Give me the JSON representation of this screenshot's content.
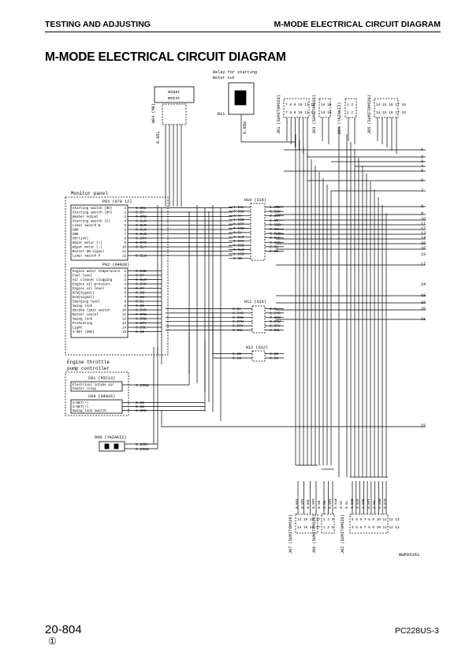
{
  "header": {
    "left": "TESTING AND ADJUSTING",
    "right": "M-MODE ELECTRICAL CIRCUIT DIAGRAM"
  },
  "title": "M-MODE ELECTRICAL CIRCUIT DIAGRAM",
  "diagram": {
    "wiper_motor": {
      "label_1": "Wiper",
      "label_2": "motor",
      "connector": "W04 (M8)",
      "wire": "0.85L"
    },
    "relay": {
      "label_1": "Relay for starting",
      "label_2": "motor cut",
      "connector": "R11",
      "wire": "0.85W"
    },
    "top_connectors": [
      {
        "name": "J01 (SUMITOMO20)",
        "pins": "7 8 9 10 11 12"
      },
      {
        "name": "J03 (SUMITOMO20)",
        "pins": "14 15"
      },
      {
        "name": "D01 (YAZAKI2)",
        "pins": "1 2"
      },
      {
        "name": "J05 (SUMITOMO20)",
        "pins": "14 15 16 17 18"
      }
    ],
    "monitor_panel": {
      "title": "Monitor panel",
      "p01": {
        "name": "P01 (070 12)",
        "rows": [
          {
            "label": "Starting switch (DH)",
            "pin": "1",
            "wire": "1.25L"
          },
          {
            "label": "Starting switch (DH)",
            "pin": "2",
            "wire": "0.5Y"
          },
          {
            "label": "Washer output",
            "pin": "3",
            "wire": "0.5RW"
          },
          {
            "label": "Starting switch (C)",
            "pin": "4",
            "wire": "0.5LR"
          },
          {
            "label": "Limit switch W",
            "pin": "5",
            "wire": "0.5LR"
          },
          {
            "label": "GND",
            "pin": "6",
            "wire": "0.5LB"
          },
          {
            "label": "GND",
            "pin": "7",
            "wire": "0.5LB"
          },
          {
            "label": "VB+(24V)",
            "pin": "8",
            "wire": "0.5RY"
          },
          {
            "label": "Wiper motor (+)",
            "pin": "9",
            "wire": "0.5YG"
          },
          {
            "label": "Wiper motor (-)",
            "pin": "10",
            "wire": "0.5LY"
          },
          {
            "label": "Buzzer ON signal",
            "pin": "11",
            "wire": ""
          },
          {
            "label": "Limit switch P",
            "pin": "12",
            "wire": "0.5LW"
          }
        ]
      },
      "p02": {
        "name": "P02 (04020)",
        "rows": [
          {
            "label": "Engine water temperature",
            "pin": "1",
            "wire": "0.5GB"
          },
          {
            "label": "Fuel level",
            "pin": "2",
            "wire": "0.5Y"
          },
          {
            "label": "Air cleaner clogging",
            "pin": "3",
            "wire": "0.5LR"
          },
          {
            "label": "Engine oil pressure",
            "pin": "4",
            "wire": "0.5YG"
          },
          {
            "label": "Engine oil level",
            "pin": "5",
            "wire": "0.5Y"
          },
          {
            "label": "N/W(Signal)",
            "pin": "6",
            "wire": "0.5B"
          },
          {
            "label": "N/W(Signal)",
            "pin": "7",
            "wire": "0.5W"
          },
          {
            "label": "Charging level",
            "pin": "8",
            "wire": "0.5L"
          },
          {
            "label": "Swing lock",
            "pin": "9",
            "wire": "0.5B"
          },
          {
            "label": "Window limit switch",
            "pin": "10",
            "wire": "0.5YR"
          },
          {
            "label": "Buzzer cancel",
            "pin": "11",
            "wire": "0.5RW"
          },
          {
            "label": "Swing lock",
            "pin": "12",
            "wire": "0.5RW"
          },
          {
            "label": "Preheating",
            "pin": "13",
            "wire": "0.5RY"
          },
          {
            "label": "Light",
            "pin": "14",
            "wire": "0.5GL"
          },
          {
            "label": "S-NET (SNG)",
            "pin": "15",
            "wire": "0.5B"
          }
        ]
      }
    },
    "h10": {
      "name": "H10 (S16)",
      "left_wires": [
        "1.25L",
        "0.5BW",
        "0.5Y",
        "1.25B",
        "0.5RY",
        "0.5GB",
        "0.5Y",
        "0.5LR",
        "0.5YG",
        "0.5GB",
        "0.5LB",
        "1.25B",
        "0.5B"
      ],
      "right_wires": [
        "1.25L",
        "0.5BW",
        "0.85Y",
        "2.5B",
        "0.5GB",
        "0.5Y",
        "0.5LR",
        "0.5YG",
        "0.5YB",
        "2.5B",
        "0.5B"
      ]
    },
    "h11": {
      "name": "H11 (S16)",
      "left_wires": [
        "0.5L",
        "0.5YR",
        "0.5RW",
        "0.5RW",
        "0.5RY",
        "0.5GL"
      ],
      "right_wires": [
        "0.5L",
        "0.5YR",
        "0.5RW",
        "0.5RW",
        "0.5RY",
        "0.5GL"
      ]
    },
    "h12": {
      "name": "H12 (S12)",
      "left_wires": [
        "0.5B",
        "0.5W"
      ],
      "right_wires": [
        "0.5B",
        "0.5W"
      ]
    },
    "controller": {
      "title_1": "Engine throttle",
      "title_2": "pump controller",
      "c01": {
        "name": "C01 (MIC13)",
        "label_1": "Electrical intake air",
        "label_2": "heater relay",
        "wire": "0.85GW"
      },
      "c04": {
        "name": "C04 (04016)",
        "rows": [
          {
            "label": "S-NET(+)",
            "wire": "0.5B"
          },
          {
            "label": "S-NET(+)",
            "wire": "0.5W"
          },
          {
            "label": "Swing lock switch",
            "wire": "0.5RW"
          }
        ]
      }
    },
    "d08": {
      "name": "D08 (YAZAKI2)",
      "wire_1": "0.85RY",
      "wire_2": "0.85GW"
    },
    "right_numbers": [
      "1",
      "2",
      "3",
      "4",
      "5",
      "6",
      "7",
      "8",
      "9",
      "10",
      "11",
      "12",
      "13",
      "14",
      "15",
      "16",
      "17",
      "18",
      "19",
      "20",
      "21",
      "22",
      "23",
      "24"
    ],
    "bottom_connectors": [
      {
        "name": "J07 (SUMITOMO20)",
        "pins": "14 15 16 17"
      },
      {
        "name": "J06 (SUMITOMO20)",
        "pins": "1 2 3"
      },
      {
        "name": "J02 (SUMITOMO20)",
        "pins": "4 5 6 7 8 9 10 11 12 13"
      }
    ],
    "bottom_wires": [
      "0.5GY",
      "0.5RY",
      "0.5GL",
      "0.5RY",
      "0.5B",
      "0.5W",
      "0.5RY",
      "0.5LW",
      "0.5Y",
      "0.5L",
      "0.5GB",
      "0.5LR",
      "0.5GB",
      "0.5RY",
      "0.5W",
      "0.5RW",
      "0.5LR"
    ],
    "figure_id": "BWP05351"
  },
  "footer": {
    "page_number": "20-804",
    "revision": "①",
    "model": "PC228US-3"
  }
}
